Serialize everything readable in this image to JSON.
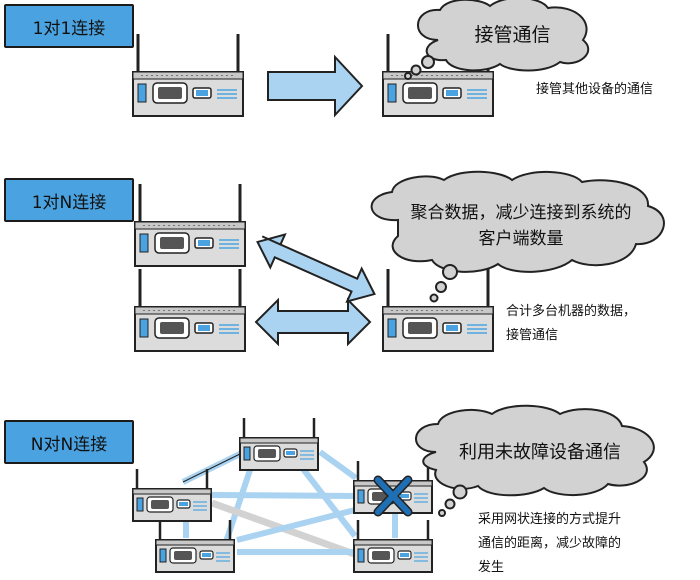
{
  "sections": [
    {
      "label": "1对1连接",
      "bubble": "接管通信",
      "note": [
        "接管其他设备的通信"
      ]
    },
    {
      "label": "1对N连接",
      "bubble": [
        "聚合数据，减少连接到系统的",
        "客户端数量"
      ],
      "note": [
        "合计多台机器的数据，",
        "接管通信"
      ]
    },
    {
      "label": "N对N连接",
      "bubble": "利用未故障设备通信",
      "note": [
        "采用网状连接的方式提升",
        "通信的距离，减少故障的",
        "发生"
      ]
    }
  ],
  "colors": {
    "tag_fill": "#4aa3e0",
    "arrow_fill": "#a9d3f0",
    "cloud_fill": "#d2d2d2",
    "fault_mark": "#1f6fb5"
  },
  "icons": [
    "router-device",
    "fault-cross-icon",
    "thought-cloud"
  ]
}
